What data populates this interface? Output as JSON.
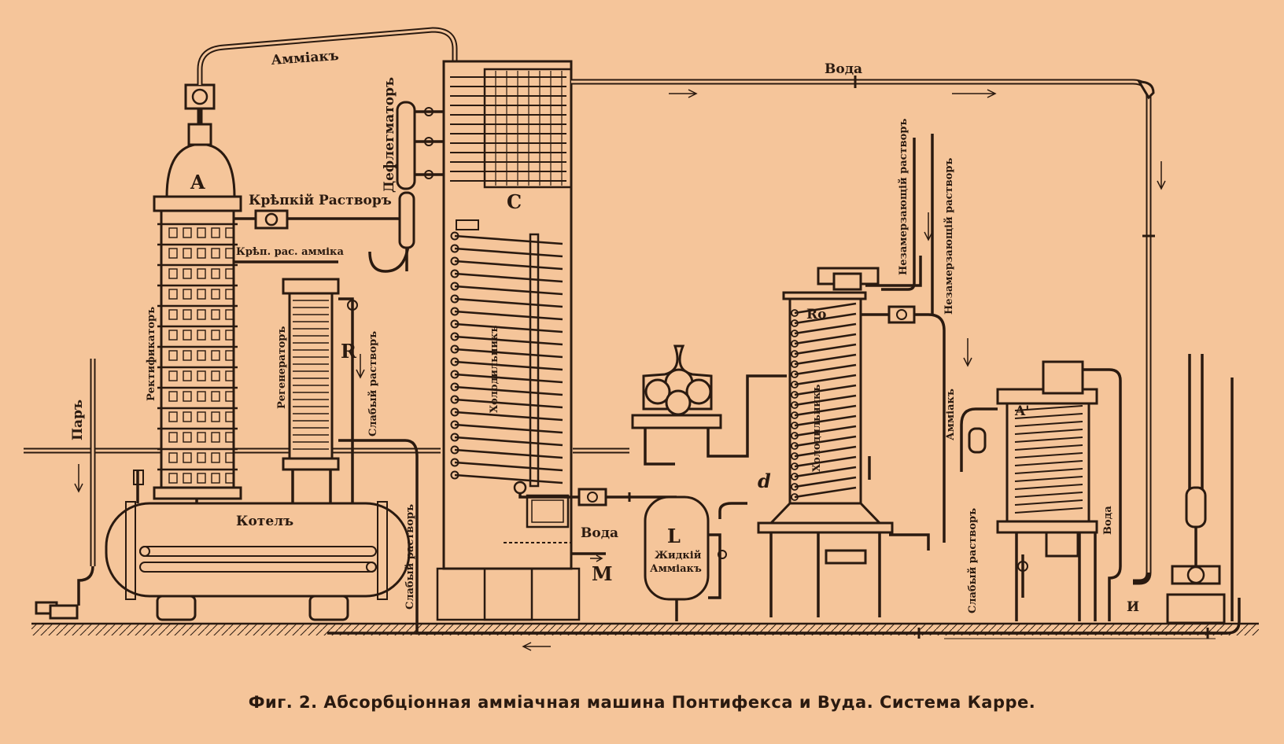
{
  "caption": "Фиг. 2. Абсорбціонная амміачная машина Понтифекса и Вуда. Система Карре.",
  "labels": {
    "ammonia_top": "Амміакъ",
    "water_top": "Вода",
    "dephlegmator": "Дефлегматоръ",
    "letter_a": "A",
    "strong_solution": "Крѣпкій Растворъ",
    "strong_ammonia_solution": "Крѣп. рас. амміка",
    "letter_c": "C",
    "rectifier": "Ректификаторъ",
    "regenerator": "Регенераторъ",
    "letter_r": "R",
    "weak_solution": "Слабый растворъ",
    "cooler": "Холодильникъ",
    "steam": "Паръ",
    "boiler": "Котелъ",
    "weak_solution_low": "Слабый растворъ",
    "letter_l": "L",
    "liquid_ammonia_1": "Жидкій",
    "liquid_ammonia_2": "Амміакъ",
    "water_m": "Вода",
    "letter_m": "M",
    "letter_d": "d",
    "letter_ro": "Ro",
    "cooler_2": "Холодильникъ",
    "non_freezing_1": "Незамерзающій растворъ",
    "non_freezing_2": "Незамерзающій растворъ",
    "ammonia_side": "Амміакъ",
    "letter_a_prime": "A'",
    "water_right": "Вода",
    "letter_i": "И",
    "strong_solution_low": "Слабый растворъ"
  }
}
